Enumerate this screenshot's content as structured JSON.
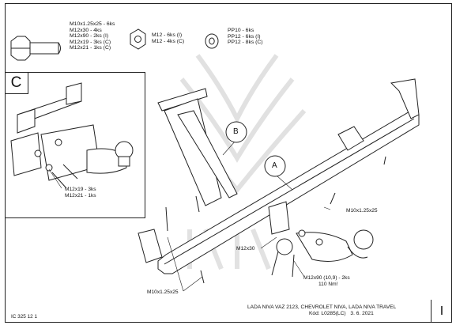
{
  "hardware": {
    "bolt": [
      "M10x1.25x25 - 6ks",
      "M12x30 - 4ks",
      "M12x90 - 2ks (I)",
      "M12x19 - 3ks (C)",
      "M12x21 - 1ks (C)"
    ],
    "nut": [
      "M12 - 6ks (I)",
      "M12 - 4ks (C)"
    ],
    "washer": [
      "PP10 - 6ks",
      "PP12 - 6ks (I)",
      "PP12 - 8ks (C)"
    ]
  },
  "detail": {
    "label": "C",
    "bolts": [
      "M12x19 - 3ks",
      "M12x21 - 1ks"
    ]
  },
  "callouts": {
    "a": "A",
    "b": "B"
  },
  "labels": {
    "m10_right": "M10x1.25x25",
    "m12x30": "M12x30",
    "m12x90": "M12x90 (10,9) - 2ks",
    "torque": "110 Nm!",
    "m10_bottom": "M10x1.25x25"
  },
  "title_block": {
    "vehicle": "LADA NIVA VAZ 2123, CHEVROLET NIVA, LADA NIVA TRAVEL",
    "code": "Kód: L0285(LC)",
    "date": "3. 6. 2021",
    "doc": "IC 325 12 1",
    "sheet": "I"
  }
}
